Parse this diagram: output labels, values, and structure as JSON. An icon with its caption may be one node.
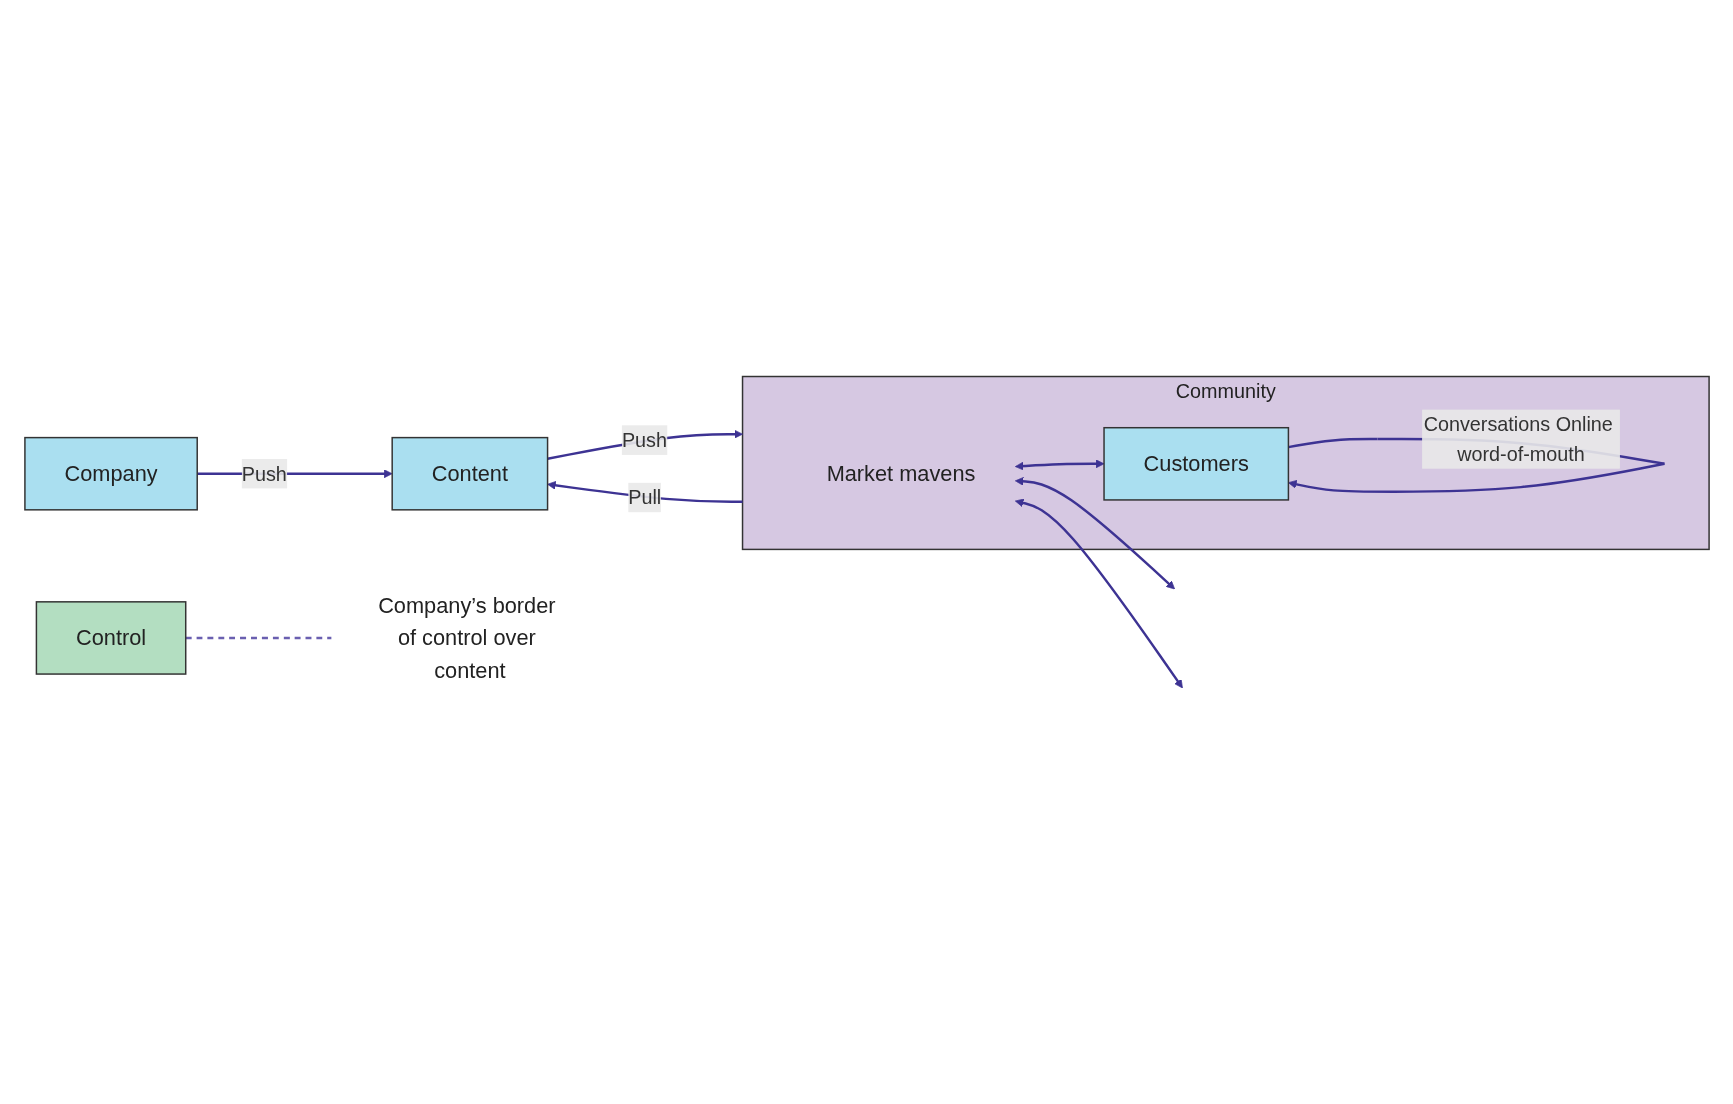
{
  "diagram": {
    "nodes": [
      {
        "text": [
          "Company"
        ]
      },
      {
        "text": [
          "Content"
        ]
      },
      {
        "text": [
          "Control"
        ]
      },
      {
        "text": [
          "Community"
        ]
      },
      {
        "text": [
          "Market mavens"
        ],
        "in": 3
      },
      {
        "text": [
          "Customers"
        ],
        "in": 3
      },
      {
        "text": [
          "Company’s border of control over content"
        ]
      }
    ],
    "edges": [
      {
        "from": 0,
        "to": 1,
        "label": "Push",
        "arrow": "to"
      },
      {
        "from": 1,
        "to": 3,
        "label": "Push",
        "arrow": "to"
      },
      {
        "from": 3,
        "to": 1,
        "label": "Pull",
        "arrow": "to"
      },
      {
        "from": 4,
        "to": 5,
        "arrow": "both"
      },
      {
        "from": 4,
        "to": null,
        "arrow": "both"
      },
      {
        "from": 4,
        "to": null,
        "arrow": "both"
      },
      {
        "from": 5,
        "to": 5,
        "label": "Conversations Online word-of-mouth",
        "arrow": "to"
      },
      {
        "from": 2,
        "to": 6,
        "arrow": "none",
        "style": "dashed",
        "color": "#6a5fb0"
      }
    ]
  }
}
